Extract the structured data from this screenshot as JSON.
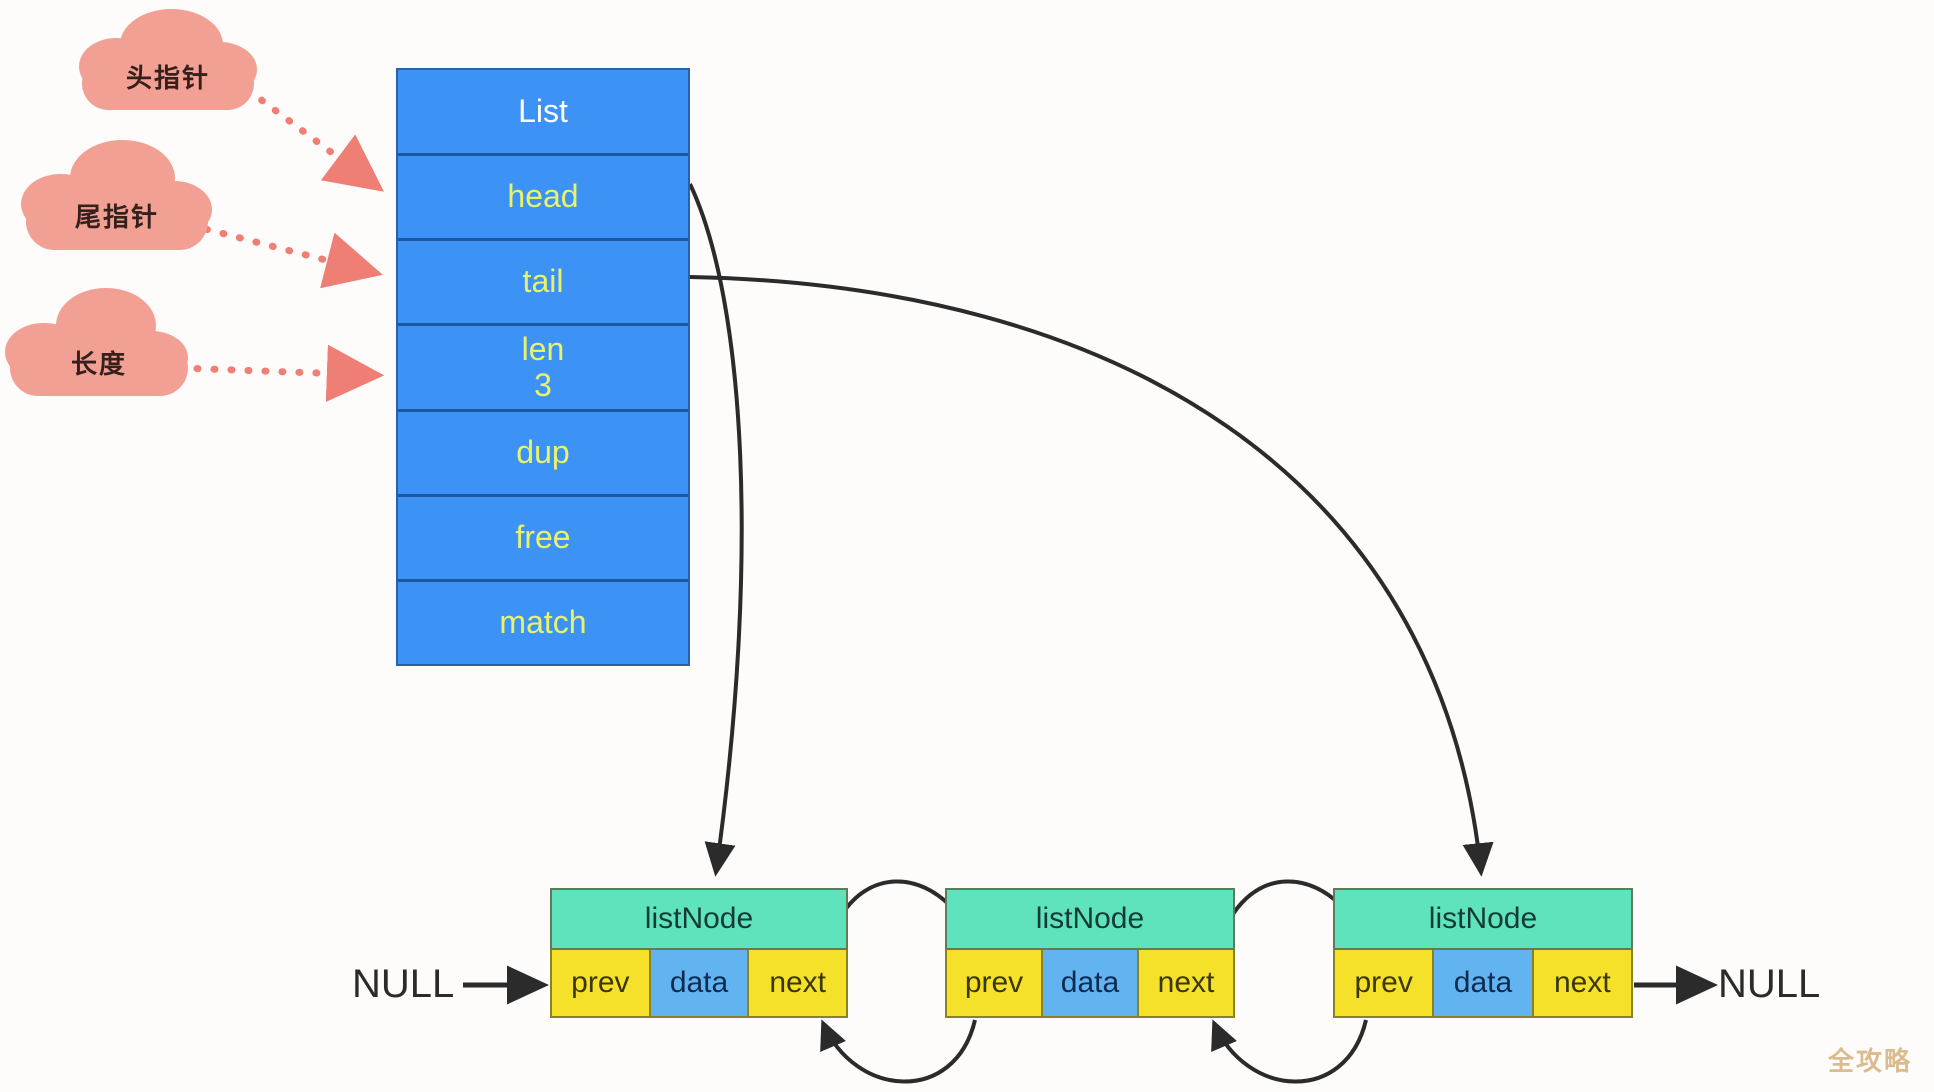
{
  "diagram": {
    "title": "Doubly linked list (List struct + listNode chain)",
    "colors": {
      "list_fill": "#3d93f5",
      "list_border": "#2b5fa8",
      "list_text": "#e9f36a",
      "list_title_text": "#ffffff",
      "node_head_fill": "#5ee3bd",
      "node_ptr_fill": "#f5e12a",
      "node_data_fill": "#62b4f0",
      "cloud_fill": "#f2a094",
      "cloud_arrow": "#ef7e74",
      "curve_stroke": "#2b2b2b",
      "watermark": "#d9b98a"
    }
  },
  "clouds": [
    {
      "label": "头指针",
      "points_to": "head"
    },
    {
      "label": "尾指针",
      "points_to": "tail"
    },
    {
      "label": "长度",
      "points_to": "len"
    }
  ],
  "list_struct": {
    "name": "List",
    "rows": [
      {
        "label": "List",
        "value": "",
        "is_title": true
      },
      {
        "label": "head",
        "value": ""
      },
      {
        "label": "tail",
        "value": ""
      },
      {
        "label": "len",
        "value": "3"
      },
      {
        "label": "dup",
        "value": ""
      },
      {
        "label": "free",
        "value": ""
      },
      {
        "label": "match",
        "value": ""
      }
    ]
  },
  "nodes": [
    {
      "title": "listNode",
      "fields": [
        "prev",
        "data",
        "next"
      ]
    },
    {
      "title": "listNode",
      "fields": [
        "prev",
        "data",
        "next"
      ]
    },
    {
      "title": "listNode",
      "fields": [
        "prev",
        "data",
        "next"
      ]
    }
  ],
  "terminators": {
    "left_null": "NULL",
    "right_null": "NULL"
  },
  "watermark": "全攻略"
}
